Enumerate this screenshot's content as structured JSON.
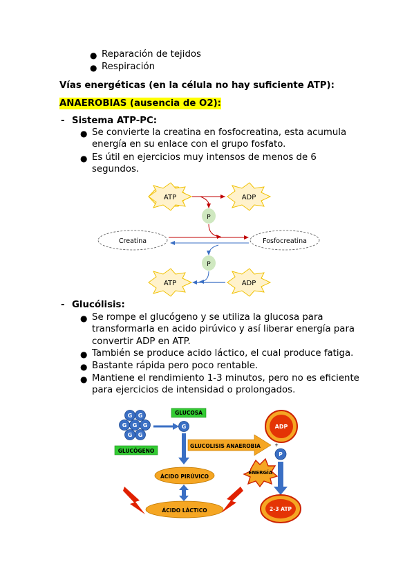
{
  "top_bullets": [
    "Reparación de tejidos",
    "Respiración"
  ],
  "heading_vias": "Vías energéticas (en la célula no hay suficiente ATP):",
  "heading_anaerobias": "ANAEROBIAS (ausencia de O2):",
  "section1": {
    "dash": "-",
    "title": "Sistema ATP-PC:",
    "bullets": [
      [
        "Se convierte la creatina en fosfocreatina, esta acumula",
        "energía en su enlace con el grupo fosfato."
      ],
      [
        "Es útil en ejercicios muy intensos de menos de 6",
        "segundos."
      ]
    ]
  },
  "diagram1": {
    "atp_top": "ATP",
    "adp_top": "ADP",
    "p_top": "P",
    "creatina": "Creatina",
    "fosfocreatina": "Fosfocreatina",
    "p_bottom": "P",
    "atp_bottom": "ATP",
    "adp_bottom": "ADP"
  },
  "section2": {
    "dash": "-",
    "title": "Glucólisis:",
    "bullets": [
      [
        "Se rompe el glucógeno y se utiliza la glucosa para",
        "transformarla en acido pirúvico y así liberar energía para",
        "convertir ADP en ATP."
      ],
      [
        "También se produce acido láctico, el cual produce fatiga."
      ],
      [
        "Bastante rápida pero poco rentable."
      ],
      [
        "Mantiene el rendimiento 1-3 minutos, pero no es eficiente",
        "para ejercicios de intensidad o prolongados."
      ]
    ]
  },
  "diagram2": {
    "g": "G",
    "glucogeno": "GLUCÓGENO",
    "glucosa": "GLUCOSA",
    "glucolisis": "GLUCOLISIS ANAEROBIA",
    "adp": "ADP",
    "plus": "+",
    "p": "P",
    "energia": "ENERGÍA",
    "acido_piruvico": "ÁCIDO PIRÚVICO",
    "acido_lactico": "ÁCIDO LÁCTICO",
    "atp": "2-3 ATP"
  },
  "colors": {
    "highlight": "#ffff00",
    "star_fill": "#fff2cc",
    "star_stroke": "#f0c000",
    "phosphate": "#cfe8c0",
    "red_arrow": "#c00000",
    "blue_arrow": "#3a6fc4",
    "glucose_blue": "#3a6fc4",
    "label_green": "#33cc33",
    "orange": "#f5a623",
    "dark_red": "#cc2200"
  }
}
